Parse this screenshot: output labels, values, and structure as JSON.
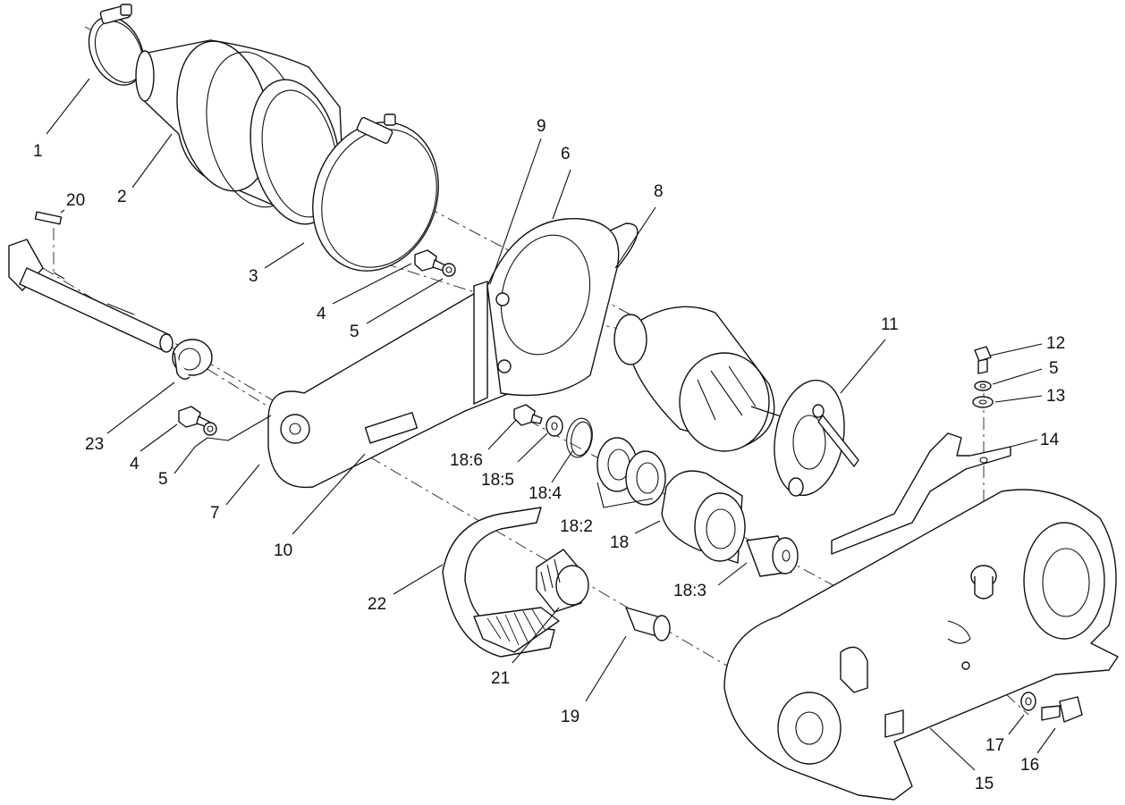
{
  "diagram": {
    "type": "exploded-parts-diagram",
    "callouts": [
      {
        "id": "c1",
        "label": "1"
      },
      {
        "id": "c2",
        "label": "2"
      },
      {
        "id": "c3",
        "label": "3"
      },
      {
        "id": "c4a",
        "label": "4"
      },
      {
        "id": "c5a",
        "label": "5"
      },
      {
        "id": "c6",
        "label": "6"
      },
      {
        "id": "c7",
        "label": "7"
      },
      {
        "id": "c8",
        "label": "8"
      },
      {
        "id": "c9",
        "label": "9"
      },
      {
        "id": "c10",
        "label": "10"
      },
      {
        "id": "c11",
        "label": "11"
      },
      {
        "id": "c12",
        "label": "12"
      },
      {
        "id": "c5b",
        "label": "5"
      },
      {
        "id": "c13",
        "label": "13"
      },
      {
        "id": "c14",
        "label": "14"
      },
      {
        "id": "c15",
        "label": "15"
      },
      {
        "id": "c16",
        "label": "16"
      },
      {
        "id": "c17",
        "label": "17"
      },
      {
        "id": "c18",
        "label": "18"
      },
      {
        "id": "c18_2",
        "label": "18:2"
      },
      {
        "id": "c18_3",
        "label": "18:3"
      },
      {
        "id": "c18_4",
        "label": "18:4"
      },
      {
        "id": "c18_5",
        "label": "18:5"
      },
      {
        "id": "c18_6",
        "label": "18:6"
      },
      {
        "id": "c19",
        "label": "19"
      },
      {
        "id": "c20",
        "label": "20"
      },
      {
        "id": "c21",
        "label": "21"
      },
      {
        "id": "c22",
        "label": "22"
      },
      {
        "id": "c23",
        "label": "23"
      },
      {
        "id": "c4b",
        "label": "4"
      },
      {
        "id": "c5c",
        "label": "5"
      }
    ]
  }
}
